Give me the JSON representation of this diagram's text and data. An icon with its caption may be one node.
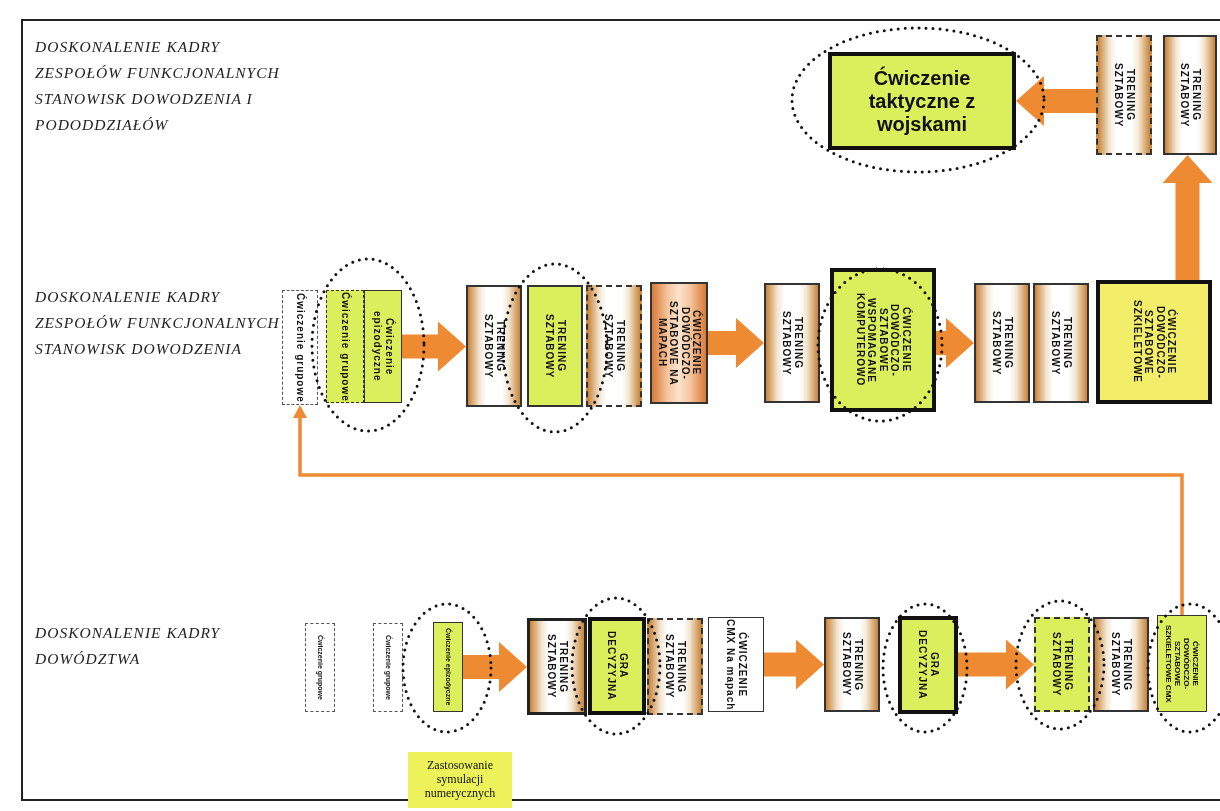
{
  "diagram": {
    "nodes": [
      {
        "text": [
          "Ćwiczenie taktyczne z wojskami"
        ]
      },
      {
        "text": [
          "TRENING SZTABOWY"
        ]
      },
      {
        "text": [
          "TRENING SZTABOWY"
        ]
      },
      {
        "text": [
          "Ćwiczenie grupowe"
        ]
      },
      {
        "text": [
          "Ćwiczenie grupowe"
        ]
      },
      {
        "text": [
          "Ćwiczenie epizodyczne"
        ]
      },
      {
        "text": [
          "TRENING SZTABOWY"
        ]
      },
      {
        "text": [
          "TRENING SZTABOWY"
        ]
      },
      {
        "text": [
          "TRENING SZTABOWY"
        ]
      },
      {
        "text": [
          "ĆWICZENIE DOWÓDCZO-SZTABOWE NA MAPACH"
        ]
      },
      {
        "text": [
          "TRENING SZTABOWY"
        ]
      },
      {
        "text": [
          "ĆWICZENIE DOWÓDCZO-SZTABOWE WSPOMAGANE KOMPUTEROWO"
        ]
      },
      {
        "text": [
          "TRENING SZTABOWY"
        ]
      },
      {
        "text": [
          "TRENING SZTABOWY"
        ]
      },
      {
        "text": [
          "ĆWICZENIE DOWÓDCZO-SZTABOWE SZKIELETOWE"
        ]
      },
      {
        "text": [
          "Ćwiczenie grupowe"
        ]
      },
      {
        "text": [
          "Ćwiczenie grupowe"
        ]
      },
      {
        "text": [
          "Ćwiczenie epizodyczne"
        ]
      },
      {
        "text": [
          "TRENING SZTABOWY"
        ]
      },
      {
        "text": [
          "GRA DECYZYJNA"
        ]
      },
      {
        "text": [
          "TRENING SZTABOWY"
        ]
      },
      {
        "text": [
          "ĆWICZENIE CMX Na mapach"
        ]
      },
      {
        "text": [
          "TRENING SZTABOWY"
        ]
      },
      {
        "text": [
          "GRA DECYZYJNA"
        ]
      },
      {
        "text": [
          "TRENING SZTABOWY"
        ]
      },
      {
        "text": [
          "TRENING SZTABOWY"
        ]
      },
      {
        "text": [
          "ĆWICZENIE DOWÓDCZO-SZTABOWE SZKIELETOWE CMX"
        ]
      },
      {
        "text": [
          "Zastosowanie symulacji numerycznych"
        ]
      }
    ],
    "edges": [
      {
        "from": 1,
        "to": 0,
        "arrow": "to"
      },
      {
        "from": 14,
        "to": 2,
        "arrow": "to"
      },
      {
        "from": 5,
        "to": 6,
        "arrow": "to"
      },
      {
        "from": 9,
        "to": 10,
        "arrow": "to"
      },
      {
        "from": 11,
        "to": 12,
        "arrow": "to"
      },
      {
        "from": 17,
        "to": 18,
        "arrow": "to"
      },
      {
        "from": 21,
        "to": 22,
        "arrow": "to"
      },
      {
        "from": 23,
        "to": 24,
        "arrow": "to"
      },
      {
        "from": 26,
        "to": 3,
        "arrow": "to"
      }
    ],
    "labels": [
      "DOSKONALENIE KADRY ZESPOŁÓW FUNKCJONALNYCH STANOWISK DOWODZENIA I PODODDZIAŁÓW",
      "DOSKONALENIE KADRY ZESPOŁÓW FUNKCJONALNYCH STANOWISK DOWODZENIA",
      "DOSKONALENIE KADRY DOWÓDZTWA"
    ]
  }
}
